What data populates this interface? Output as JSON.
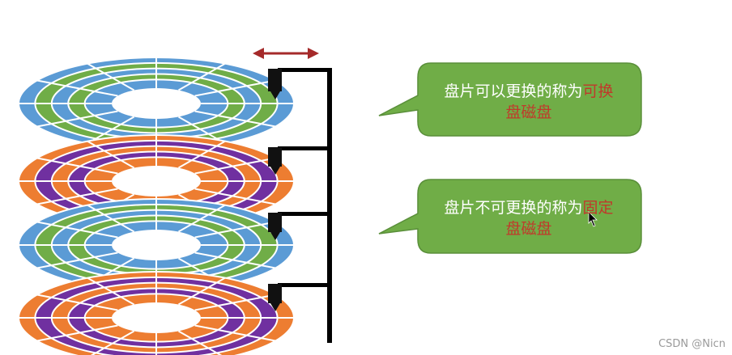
{
  "callouts": [
    {
      "text_plain": "盘片可以更换的称为",
      "text_highlight_1": "可换",
      "text_highlight_2": "盘磁盘"
    },
    {
      "text_plain": "盘片不可更换的称为",
      "text_highlight_1": "固定",
      "text_highlight_2": "盘磁盘"
    }
  ],
  "watermark": "CSDN @Nicn",
  "colors": {
    "platter_blue": "#5b9bd5",
    "platter_green": "#70ad47",
    "platter_orange": "#ed7d31",
    "platter_purple": "#7030a0",
    "arm": "#000000",
    "arrow": "#a52a2a",
    "callout_fill": "#70ad47",
    "callout_stroke": "#5a8f3a",
    "highlight_text": "#c0392b"
  },
  "platters": [
    {
      "scheme": "blue-green"
    },
    {
      "scheme": "orange-purple"
    },
    {
      "scheme": "blue-green"
    },
    {
      "scheme": "orange-purple"
    }
  ]
}
